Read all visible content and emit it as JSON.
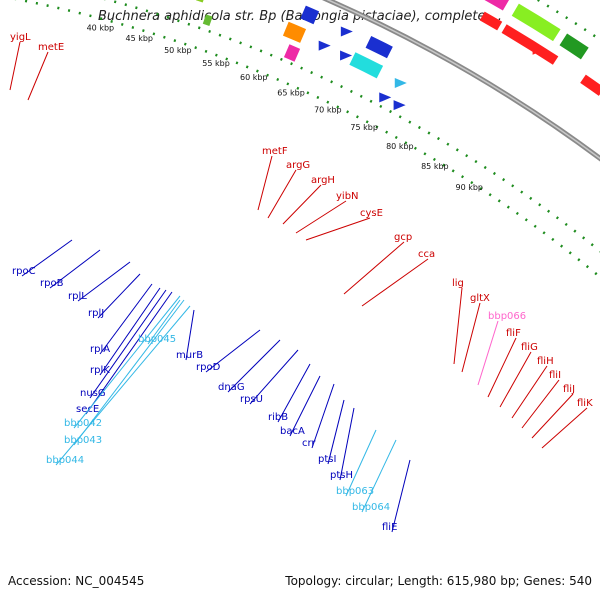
{
  "title": "Buchnera aphidicola str. Bp (Baizongia pistaciae), complete ...",
  "footer": {
    "accession": "Accession: NC_004545",
    "summary": "Topology: circular; Length: 615,980 bp; Genes: 540"
  },
  "colors": {
    "backbone": "#8a8a8a",
    "tick": "#1e8c1e",
    "forward_label": "#cc0000",
    "reverse_label": "#0000bb",
    "pink_label": "#ff66cc",
    "cyan_label": "#33b8e6"
  },
  "scale": {
    "unit": "kbp",
    "ticks": [
      "40 kbp",
      "45 kbp",
      "50 kbp",
      "55 kbp",
      "60 kbp",
      "65 kbp",
      "70 kbp",
      "75 kbp",
      "80 kbp",
      "85 kbp",
      "90 kbp"
    ]
  },
  "gene_labels": [
    {
      "name": "yigL",
      "group": "forward"
    },
    {
      "name": "metE",
      "group": "forward"
    },
    {
      "name": "metF",
      "group": "forward"
    },
    {
      "name": "argG",
      "group": "forward"
    },
    {
      "name": "argH",
      "group": "forward"
    },
    {
      "name": "yibN",
      "group": "forward"
    },
    {
      "name": "cysE",
      "group": "forward"
    },
    {
      "name": "gcp",
      "group": "forward"
    },
    {
      "name": "cca",
      "group": "forward"
    },
    {
      "name": "lig",
      "group": "forward"
    },
    {
      "name": "gltX",
      "group": "forward"
    },
    {
      "name": "bbp066",
      "group": "pink"
    },
    {
      "name": "fliF",
      "group": "forward"
    },
    {
      "name": "fliG",
      "group": "forward"
    },
    {
      "name": "fliH",
      "group": "forward"
    },
    {
      "name": "fliI",
      "group": "forward"
    },
    {
      "name": "fliJ",
      "group": "forward"
    },
    {
      "name": "fliK",
      "group": "forward"
    },
    {
      "name": "rpoC",
      "group": "reverse"
    },
    {
      "name": "rpoB",
      "group": "reverse"
    },
    {
      "name": "rplL",
      "group": "reverse"
    },
    {
      "name": "rplJ",
      "group": "reverse"
    },
    {
      "name": "rplA",
      "group": "reverse"
    },
    {
      "name": "rplK",
      "group": "reverse"
    },
    {
      "name": "nusG",
      "group": "reverse"
    },
    {
      "name": "secE",
      "group": "reverse"
    },
    {
      "name": "bbp042",
      "group": "cyan"
    },
    {
      "name": "bbp043",
      "group": "cyan"
    },
    {
      "name": "bbp044",
      "group": "cyan"
    },
    {
      "name": "bbp045",
      "group": "cyan"
    },
    {
      "name": "murB",
      "group": "reverse"
    },
    {
      "name": "rpoD",
      "group": "reverse"
    },
    {
      "name": "dnaG",
      "group": "reverse"
    },
    {
      "name": "rpsU",
      "group": "reverse"
    },
    {
      "name": "ribB",
      "group": "reverse"
    },
    {
      "name": "bacA",
      "group": "reverse"
    },
    {
      "name": "crr",
      "group": "reverse"
    },
    {
      "name": "ptsI",
      "group": "reverse"
    },
    {
      "name": "ptsH",
      "group": "reverse"
    },
    {
      "name": "bbp063",
      "group": "cyan"
    },
    {
      "name": "bbp064",
      "group": "cyan"
    },
    {
      "name": "fliE",
      "group": "reverse"
    }
  ]
}
